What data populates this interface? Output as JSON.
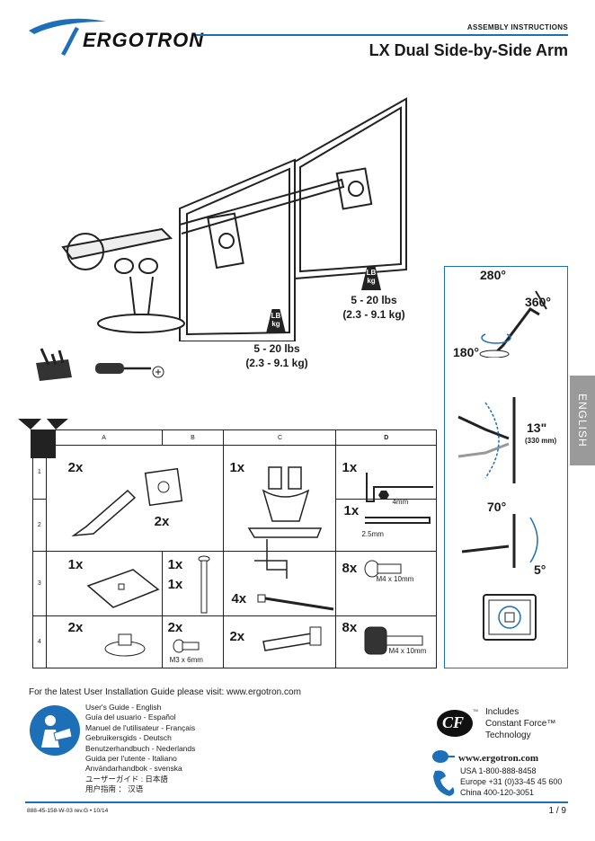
{
  "header": {
    "brand": "ERGOTRON",
    "label": "ASSEMBLY INSTRUCTIONS",
    "title": "LX Dual Side-by-Side Arm"
  },
  "hero": {
    "weight_badge": {
      "line1": "LB",
      "line2": "kg"
    },
    "weight_right": {
      "lbs": "5 - 20 lbs",
      "kg": "(2.3 - 9.1 kg)"
    },
    "weight_left": {
      "lbs": "5 - 20 lbs",
      "kg": "(2.3 - 9.1 kg)"
    }
  },
  "parts_table": {
    "columns": [
      "A",
      "B",
      "C",
      "D"
    ],
    "rows": [
      "1",
      "2",
      "3",
      "4"
    ],
    "qty": {
      "a1": "2x",
      "a2": "2x",
      "a3": "1x",
      "a4": "2x",
      "b3a": "1x",
      "b3b": "1x",
      "b4": "2x",
      "c1": "1x",
      "c3": "4x",
      "c4": "2x",
      "d1": "1x",
      "d2": "1x",
      "d3": "8x",
      "d4": "8x"
    },
    "specs": {
      "d1": "4mm",
      "d2": "2.5mm",
      "d3": "M4 x 10mm",
      "d4": "M4 x 10mm",
      "b4": "M3 x 6mm"
    }
  },
  "side_panel": {
    "deg_top": "280°",
    "deg_right": "360°",
    "deg_left": "180°",
    "height": "13\"",
    "height_mm": "(330 mm)",
    "tilt_up": "70°",
    "tilt_down": "5°"
  },
  "language_tab": "ENGLISH",
  "footer": {
    "note": "For the latest User Installation Guide please visit: www.ergotron.com",
    "guides": [
      "User's Guide - English",
      "Guía del usuario - Español",
      "Manuel de l'utilisateur - Français",
      "Gebruikersgids - Deutsch",
      "Benutzerhandbuch - Nederlands",
      "Guida per l'utente - Italiano",
      "Användarhandbok - svenska",
      "ユーザーガイド : 日本語",
      "用户指南 ： 汉语"
    ],
    "cf_mark": "CF",
    "cf_tm": "TM",
    "cf_lines": [
      "Includes",
      "Constant Force™",
      "Technology"
    ],
    "website": "www.ergotron.com",
    "contacts": [
      "USA  1-800-888-8458",
      "Europe  +31 (0)33-45 45 600",
      "China  400-120-3051"
    ],
    "doc_number": "888-45-158-W-03 rev.G • 10/14",
    "page": "1 / 9"
  }
}
